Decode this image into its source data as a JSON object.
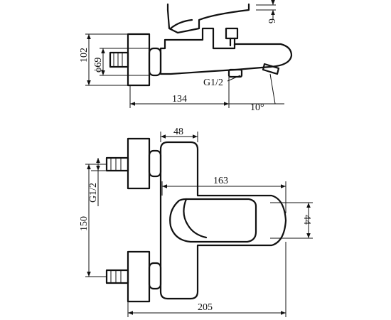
{
  "top_view": {
    "dim_height": "102",
    "dim_diameter": "ϕ69",
    "dim_length": "134",
    "dim_angle": "10°",
    "dim_thread": "G1/2",
    "dim_small": "6"
  },
  "front_view": {
    "dim_body_width": "48",
    "dim_thread": "G1/2",
    "dim_spout_length": "163",
    "dim_handle_height": "44",
    "dim_center_distance": "150",
    "dim_overall_width": "205"
  }
}
